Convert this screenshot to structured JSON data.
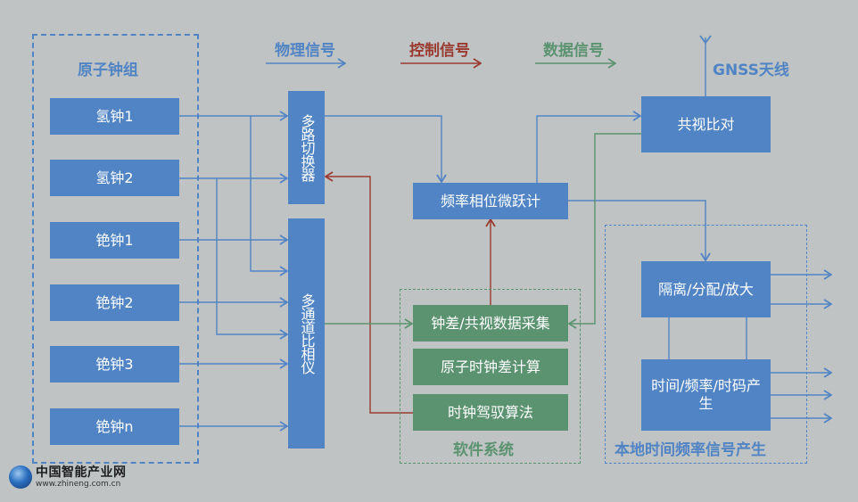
{
  "legend": {
    "physical": {
      "label": "物理信号",
      "color": "#5084c4"
    },
    "control": {
      "label": "控制信号",
      "color": "#9a3a2e"
    },
    "data": {
      "label": "数据信号",
      "color": "#5b9370"
    }
  },
  "antenna": {
    "label": "GNSS天线"
  },
  "clock_group": {
    "title": "原子钟组",
    "clocks": [
      "氢钟1",
      "氢钟2",
      "铯钟1",
      "铯钟2",
      "铯钟3",
      "铯钟n"
    ]
  },
  "switcher": {
    "label": "多路切换器"
  },
  "phase_comparator": {
    "label": "多通道比相仪"
  },
  "micro_stepper": {
    "label": "频率相位微跃计"
  },
  "common_view": {
    "label": "共视比对"
  },
  "software": {
    "title": "软件系统",
    "modules": [
      "钟差/共视数据采集",
      "原子时钟差计算",
      "时钟驾驭算法"
    ]
  },
  "local": {
    "title": "本地时间频率信号产生",
    "distribution": "隔离/分配/放大",
    "generation": "时间/频率/时码产生"
  },
  "watermark": {
    "title": "中国智能产业网",
    "url": "www.zhineng.com.cn"
  }
}
